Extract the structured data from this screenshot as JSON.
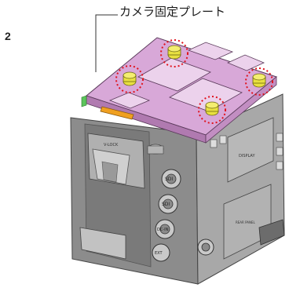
{
  "step": {
    "number": "2"
  },
  "callout": {
    "label": "カメラ固定プレート"
  },
  "body_labels": {
    "v_lock": "V-LOCK",
    "sdi_1": "SDI",
    "sdi_2": "SDI",
    "dc_in": "DC-IN",
    "port": "EXT",
    "display": "DISPLAY",
    "rear_panel": "REAR PANEL"
  },
  "colors": {
    "plate": "#d8a8d8",
    "screw": "#e8e040",
    "highlight_circle": "#e0141e",
    "body": "#9a9a9a",
    "orange_tab": "#f0a020",
    "green_edge": "#5cc45c"
  },
  "icons": [
    "screw-icon",
    "screw-icon",
    "screw-icon",
    "screw-icon"
  ]
}
